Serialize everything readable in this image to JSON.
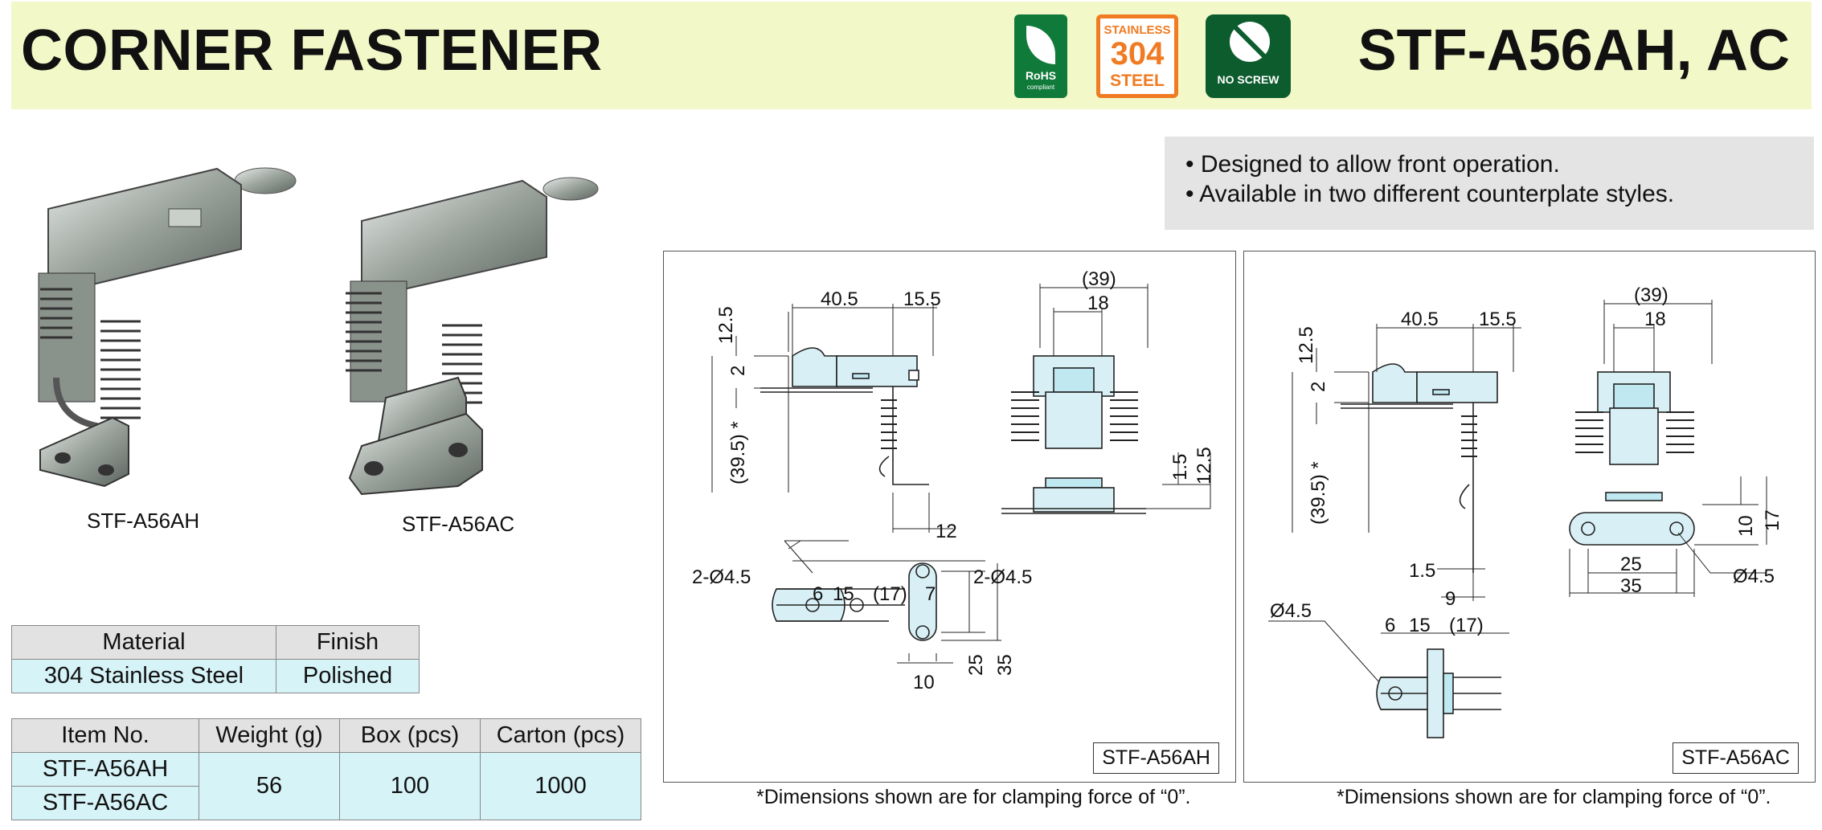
{
  "header": {
    "title": "CORNER FASTENER",
    "model": "STF-A56AH, AC",
    "badges": {
      "rohs_main": "RoHS",
      "rohs_sub": "compliant",
      "stainless_top": "STAINLESS",
      "stainless_num": "304",
      "stainless_bottom": "STEEL",
      "noscrew": "NO SCREW"
    }
  },
  "features": [
    "• Designed to allow front operation.",
    "• Available in two different counterplate styles."
  ],
  "photos": {
    "ah_caption": "STF-A56AH",
    "ac_caption": "STF-A56AC"
  },
  "drawings": {
    "ah": {
      "tag": "STF-A56AH",
      "note": "*Dimensions shown are for clamping force of “0”.",
      "dims": {
        "d40_5": "40.5",
        "d15_5": "15.5",
        "d12_5v": "12.5",
        "d2": "2",
        "d39_5": "(39.5) *",
        "d12": "12",
        "d39": "(39)",
        "d18": "18",
        "d1_5": "1.5",
        "d12_5b": "12.5",
        "hole_l": "2-Ø4.5",
        "hole_r": "2-Ø4.5",
        "d6": "6",
        "d15": "15",
        "d17": "(17)",
        "d7": "7",
        "d25": "25",
        "d35": "35",
        "d10": "10"
      }
    },
    "ac": {
      "tag": "STF-A56AC",
      "note": "*Dimensions shown are for clamping force of “0”.",
      "dims": {
        "d40_5": "40.5",
        "d15_5": "15.5",
        "d12_5v": "12.5",
        "d2": "2",
        "d39_5": "(39.5) *",
        "d1_5": "1.5",
        "d9": "9",
        "d39": "(39)",
        "d18": "18",
        "d10": "10",
        "d17v": "17",
        "d25": "25",
        "d35": "35",
        "hole_r": "Ø4.5",
        "hole_l": "Ø4.5",
        "d6": "6",
        "d15": "15",
        "d17": "(17)"
      }
    }
  },
  "material_table": {
    "headers": [
      "Material",
      "Finish"
    ],
    "row": [
      "304 Stainless Steel",
      "Polished"
    ]
  },
  "item_table": {
    "headers": [
      "Item No.",
      "Weight (g)",
      "Box (pcs)",
      "Carton (pcs)"
    ],
    "items": [
      "STF-A56AH",
      "STF-A56AC"
    ],
    "weight": "56",
    "box": "100",
    "carton": "1000"
  }
}
